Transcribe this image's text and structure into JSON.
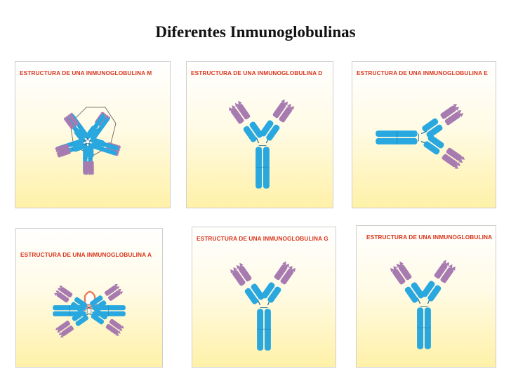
{
  "title": "Diferentes Inmunoglobulinas",
  "panels": [
    {
      "label": "ESTRUCTURA DE UNA INMUNOGLOBULINA M",
      "name": "panel-igm"
    },
    {
      "label": "ESTRUCTURA DE UNA INMUNOGLOBULINA D",
      "name": "panel-igd"
    },
    {
      "label": "ESTRUCTURA DE UNA INMUNOGLOBULINA E",
      "name": "panel-ige"
    },
    {
      "label": "ESTRUCTURA DE UNA INMUNOGLOBULINA A",
      "name": "panel-iga"
    },
    {
      "label": "ESTRUCTURA DE UNA INMUNOGLOBULINA G",
      "name": "panel-igg"
    },
    {
      "label": "ESTRUCTURA DE UNA INMUNOGLOBULINA",
      "name": "panel-ig"
    }
  ],
  "colors": {
    "heavy_chain": "#29a8e0",
    "light_chain": "#a77bb0",
    "panel_title": "#d9341c",
    "panel_bg_top": "#ffffff",
    "panel_bg_bottom": "#fff1a8"
  }
}
